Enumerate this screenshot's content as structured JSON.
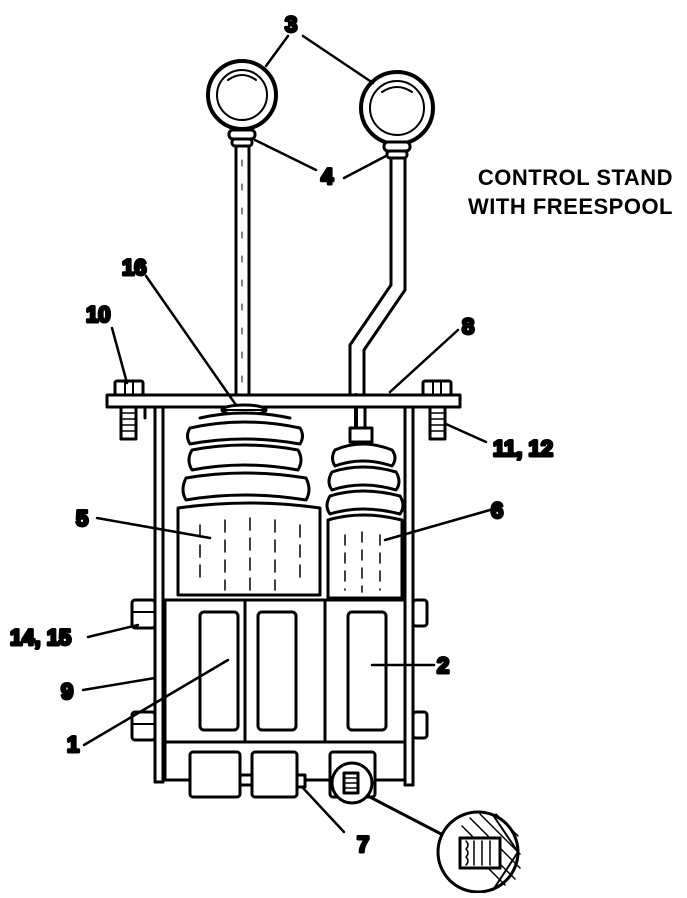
{
  "title": {
    "line1": "CONTROL STAND",
    "line2": "WITH FREESPOOL"
  },
  "callouts": {
    "c1": "1",
    "c2": "2",
    "c3": "3",
    "c4": "4",
    "c5": "5",
    "c6": "6",
    "c7": "7",
    "c8": "8",
    "c9": "9",
    "c10": "10",
    "c11_12": "11, 12",
    "c14_15": "14, 15",
    "c16": "16"
  }
}
